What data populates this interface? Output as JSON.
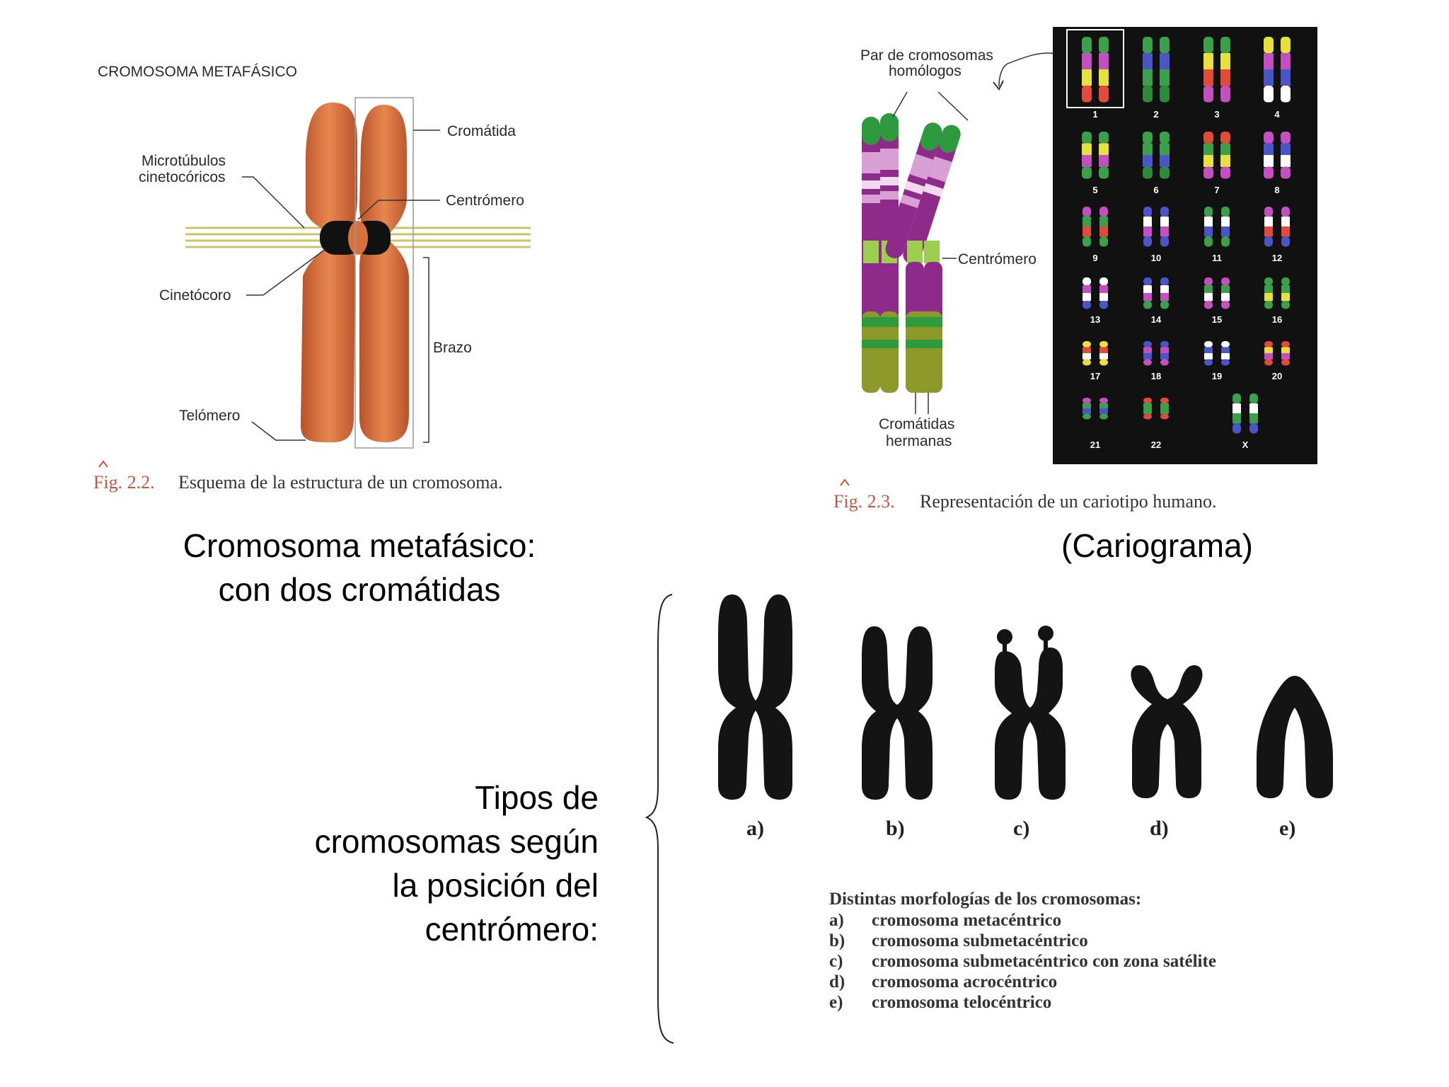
{
  "fig22": {
    "title": "CROMOSOMA METAFÁSICO",
    "labels": {
      "cromatida": "Cromátida",
      "microtubulos_1": "Microtúbulos",
      "microtubulos_2": "cinetocóricos",
      "centromero": "Centrómero",
      "cinetocoro": "Cinetócoro",
      "brazo": "Brazo",
      "telomero": "Telómero"
    },
    "caption_num": "Fig. 2.2.",
    "caption_text": "Esquema de la estructura de un cromosoma."
  },
  "fig23": {
    "labels": {
      "par_1": "Par de cromosomas",
      "par_2": "homólogos",
      "centromero": "Centrómero",
      "cromatidas_1": "Cromátidas",
      "cromatidas_2": "hermanas"
    },
    "karyotype_numbers": [
      "1",
      "2",
      "3",
      "4",
      "5",
      "6",
      "7",
      "8",
      "9",
      "10",
      "11",
      "12",
      "13",
      "14",
      "15",
      "16",
      "17",
      "18",
      "19",
      "20",
      "21",
      "22",
      "X"
    ],
    "caption_num": "Fig. 2.3.",
    "caption_text": "Representación de un cariotipo humano."
  },
  "heading_left": {
    "line1": "Cromosoma metafásico:",
    "line2": "con dos cromátidas"
  },
  "heading_right": "(Cariograma)",
  "tipos": {
    "line1": "Tipos de",
    "line2": "cromosomas según",
    "line3": "la posición del",
    "line4": "centrómero:"
  },
  "morphology": {
    "letters": [
      "a)",
      "b)",
      "c)",
      "d)",
      "e)"
    ],
    "heading": "Distintas morfologías de los cromosomas:",
    "items": [
      {
        "letter": "a)",
        "text": "cromosoma metacéntrico"
      },
      {
        "letter": "b)",
        "text": "cromosoma submetacéntrico"
      },
      {
        "letter": "c)",
        "text": "cromosoma submetacéntrico con zona satélite"
      },
      {
        "letter": "d)",
        "text": "cromosoma acrocéntrico"
      },
      {
        "letter": "e)",
        "text": "cromosoma telocéntrico"
      }
    ]
  },
  "colors": {
    "chromosome_orange": "#d9713f",
    "karyotype_bg": "#111111",
    "caption_accent": "#c8553d",
    "microtubule": "#c9c36a"
  }
}
